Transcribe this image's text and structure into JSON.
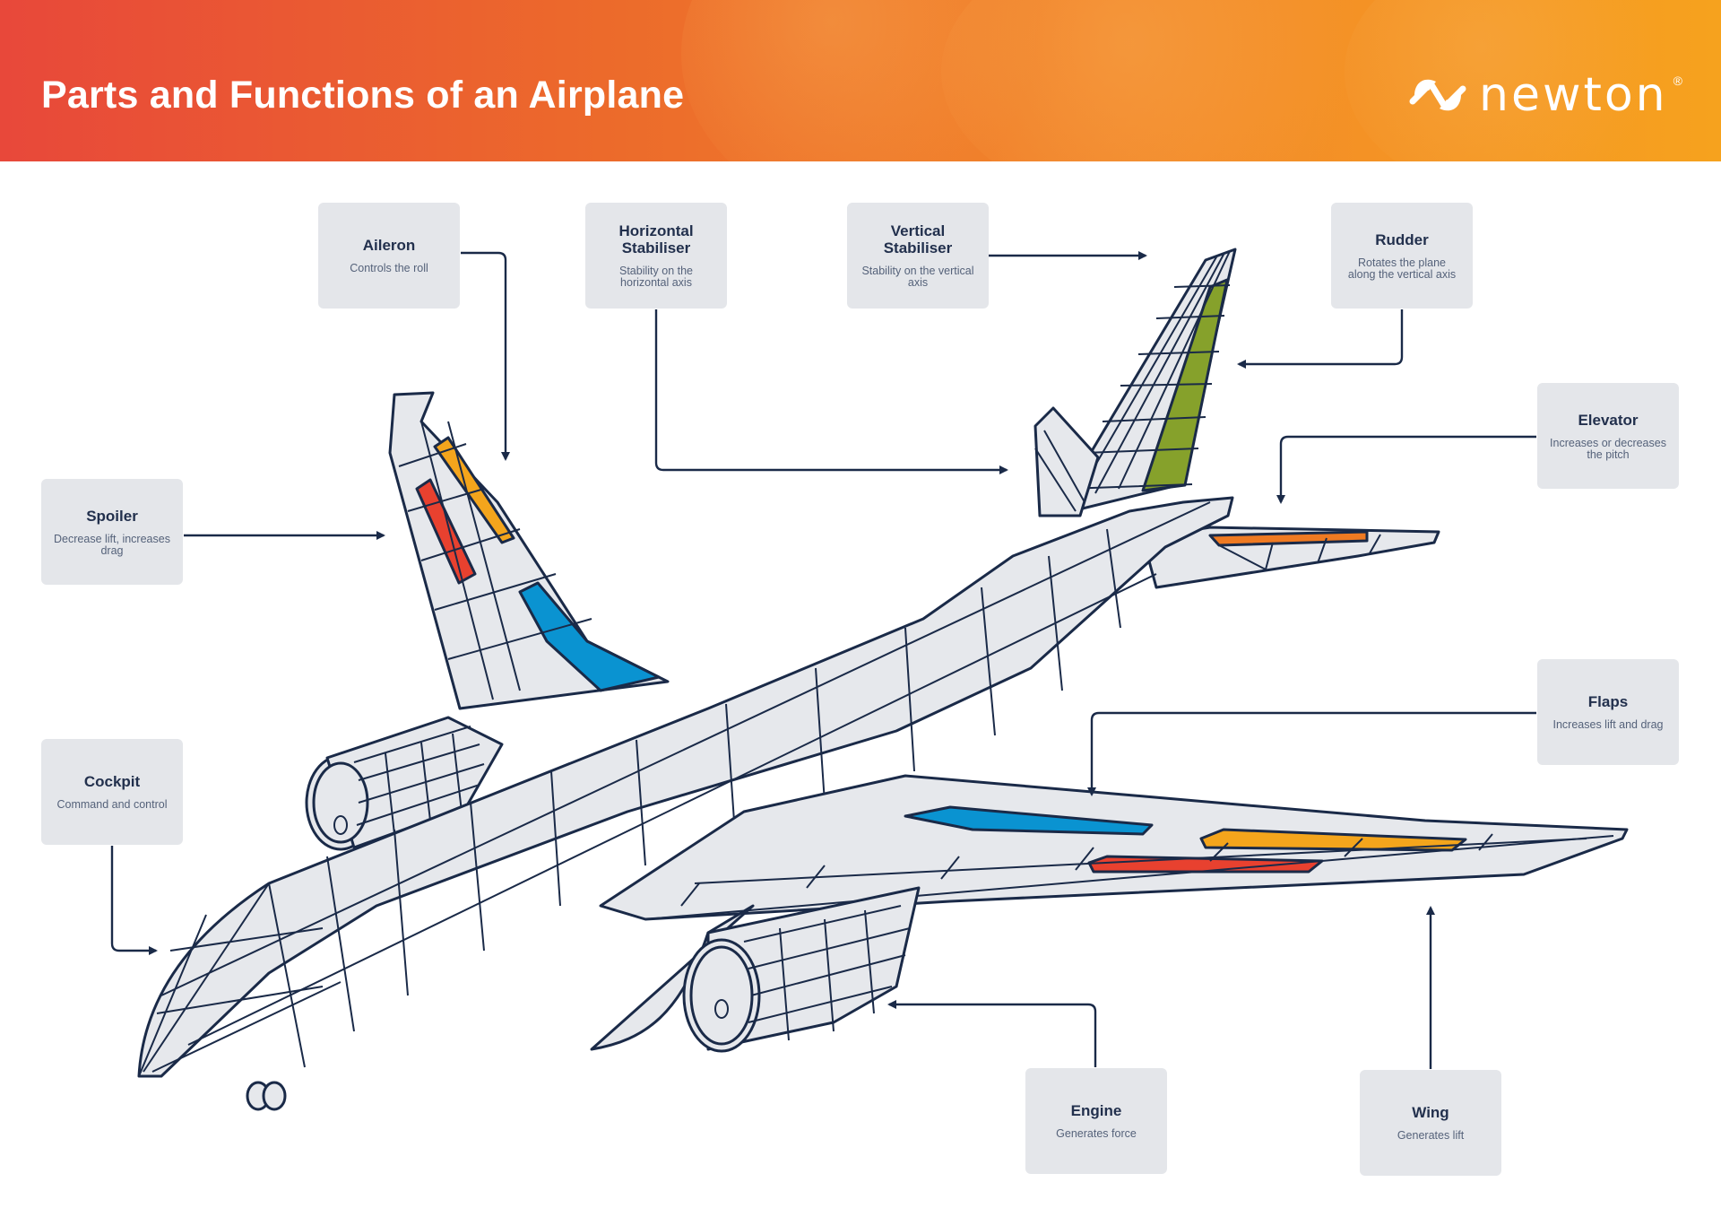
{
  "header": {
    "title": "Parts and Functions of an Airplane",
    "brand_name": "newton",
    "brand_mark": "®",
    "gradient_colors": [
      "#e8483a",
      "#ec6a2b",
      "#f2872a",
      "#f6a21e"
    ]
  },
  "callouts": {
    "aileron": {
      "name": "Aileron",
      "desc": "Controls the roll"
    },
    "horizontal_stabiliser": {
      "name": "Horizontal Stabiliser",
      "desc": "Stability on the horizontal axis"
    },
    "vertical_stabiliser": {
      "name": "Vertical Stabiliser",
      "desc": "Stability on the vertical axis"
    },
    "rudder": {
      "name": "Rudder",
      "desc": "Rotates the plane along the vertical axis"
    },
    "spoiler": {
      "name": "Spoiler",
      "desc": "Decrease lift, increases drag"
    },
    "elevator": {
      "name": "Elevator",
      "desc": "Increases or decreases the pitch"
    },
    "cockpit": {
      "name": "Cockpit",
      "desc": "Command and control"
    },
    "flaps": {
      "name": "Flaps",
      "desc": "Increases lift and drag"
    },
    "engine": {
      "name": "Engine",
      "desc": "Generates force"
    },
    "wing": {
      "name": "Wing",
      "desc": "Generates lift"
    }
  },
  "colors": {
    "line": "#1a2a48",
    "body_fill": "#e6e8ec",
    "aileron": "#f4a51c",
    "spoiler": "#e8412f",
    "flaps": "#0a93d1",
    "rudder": "#86a12b",
    "elevator": "#ef7a22"
  }
}
